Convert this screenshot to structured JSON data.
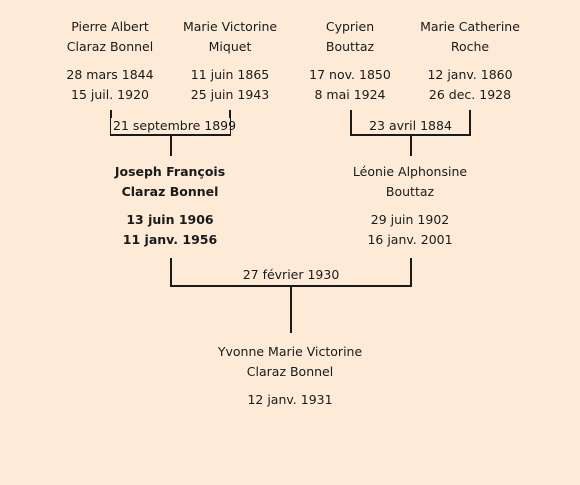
{
  "grandparents": [
    {
      "name1": "Pierre Albert",
      "name2": "Claraz Bonnel",
      "birth": "28 mars 1844",
      "death": "15 juil. 1920"
    },
    {
      "name1": "Marie Victorine",
      "name2": "Miquet",
      "birth": "11 juin 1865",
      "death": "25 juin 1943"
    },
    {
      "name1": "Cyprien",
      "name2": "Bouttaz",
      "birth": "17 nov. 1850",
      "death": "8 mai 1924"
    },
    {
      "name1": "Marie Catherine",
      "name2": "Roche",
      "birth": "12 janv. 1860",
      "death": "26 dec. 1928"
    }
  ],
  "parents": [
    {
      "name1": "Joseph François",
      "name2": "Claraz Bonnel",
      "birth": "13 juin 1906",
      "death": "11 janv. 1956"
    },
    {
      "name1": "Léonie Alphonsine",
      "name2": "Bouttaz",
      "birth": "29 juin 1902",
      "death": "16 janv. 2001"
    }
  ],
  "child": {
    "name1": "Yvonne Marie Victorine",
    "name2": "Claraz Bonnel",
    "birth": "12 janv. 1931"
  },
  "marriages": {
    "paternal": "21 septembre 1899",
    "maternal": "23 avril 1884",
    "parents": "27 février 1930"
  }
}
